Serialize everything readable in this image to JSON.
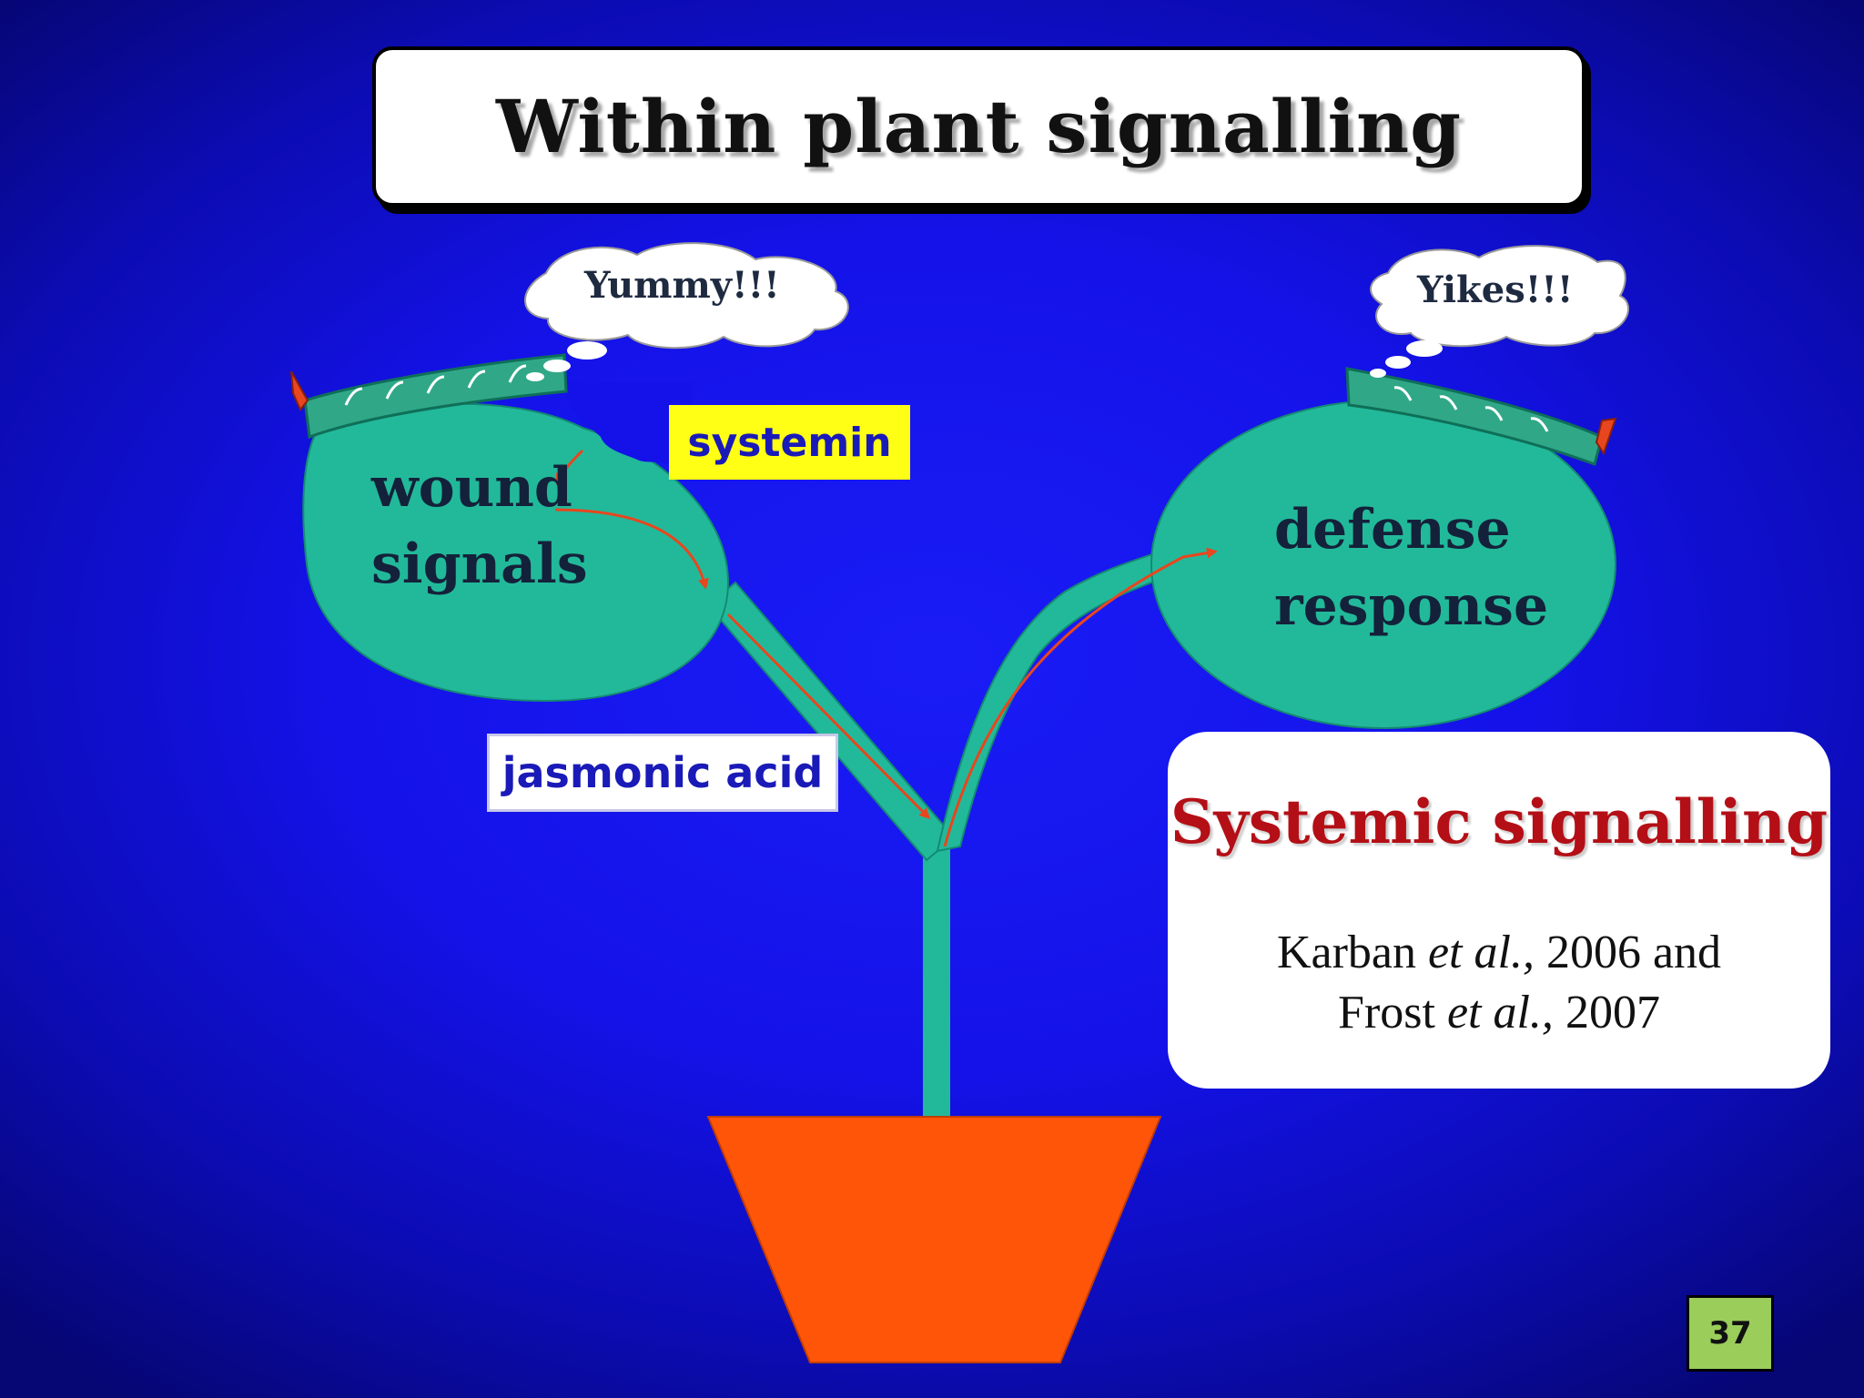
{
  "title": "Within plant signalling",
  "thought_bubbles": {
    "left": "Yummy!!!",
    "right": "Yikes!!!"
  },
  "labels": {
    "systemin": "systemin",
    "jasmonic_acid": "jasmonic acid",
    "wound_line1": "wound",
    "wound_line2": "signals",
    "defense_line1": "defense",
    "defense_line2": "response"
  },
  "systemic_box": {
    "title": "Systemic signalling",
    "citation_1_author": "Karban ",
    "citation_1_etal": "et al.,",
    "citation_1_year": " 2006 and",
    "citation_2_author": "Frost ",
    "citation_2_etal": "et al.,",
    "citation_2_year": " 2007"
  },
  "slide_number": "37",
  "colors": {
    "leaf": "#22b99a",
    "leaf_edge": "#148a72",
    "pot": "#ff5508",
    "arrow": "#e8461e",
    "caterpillar": "#30a888",
    "background": "#1412e8"
  }
}
